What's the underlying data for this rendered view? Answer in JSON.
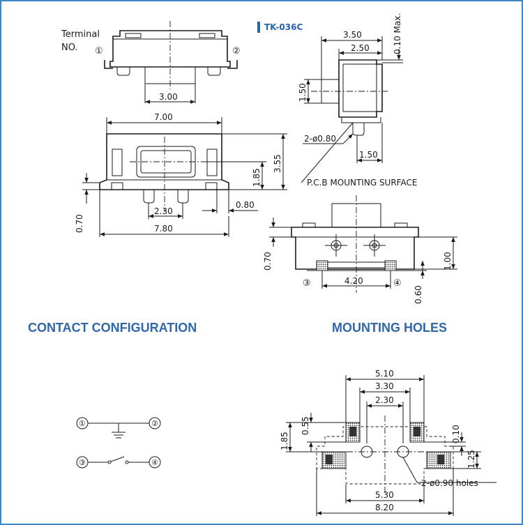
{
  "model": "TK-036C",
  "headings": {
    "contact": "CONTACT CONFIGURATION",
    "mounting": "MOUNTING HOLES"
  },
  "labels": {
    "terminal": "Terminal",
    "no": "NO.",
    "pcb": "P.C.B MOUNTING SURFACE",
    "holes2080": "2-ø0.80",
    "holes2090": "2-ø0.90 holes"
  },
  "terminals": [
    "①",
    "②",
    "③",
    "④"
  ],
  "dims": {
    "front_3_00": "3.00",
    "top_7_00": "7.00",
    "top_3_55": "3.55",
    "top_1_85": "1.85",
    "top_2_30": "2.30",
    "top_0_80": "0.80",
    "top_0_70": "0.70",
    "top_7_80": "7.80",
    "side_3_50": "3.50",
    "side_2_50": "2.50",
    "side_0_10max": "0.10 Max.",
    "side_1_50h": "1.50",
    "side_1_50w": "1.50",
    "btm_0_70": "0.70",
    "btm_1_00": "1.00",
    "btm_4_20": "4.20",
    "btm_0_60": "0.60",
    "mh_5_10": "5.10",
    "mh_3_30": "3.30",
    "mh_2_30": "2.30",
    "mh_1_85": "1.85",
    "mh_0_55": "0.55",
    "mh_0_10": "0.10",
    "mh_1_25": "1.25",
    "mh_5_30": "5.30",
    "mh_8_20": "8.20"
  },
  "colors": {
    "accent": "#2f67a8",
    "border": "#3a86c8",
    "line": "#1a1a1a"
  }
}
